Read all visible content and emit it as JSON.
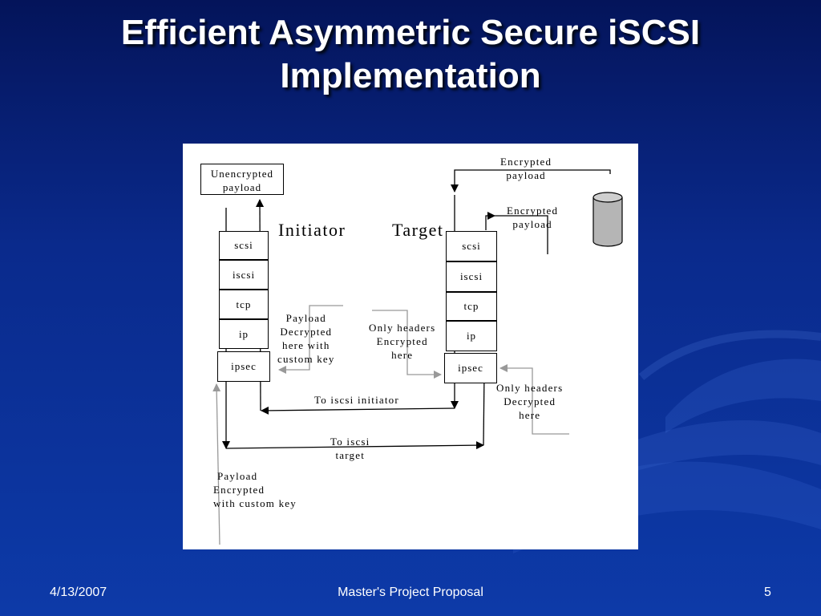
{
  "slide": {
    "title_line1": "Efficient Asymmetric Secure iSCSI",
    "title_line2": "Implementation"
  },
  "diagram": {
    "unencrypted_box": [
      "Unencrypted",
      "payload"
    ],
    "initiator_label": "Initiator",
    "target_label": "Target",
    "initiator_stack": [
      "scsi",
      "iscsi",
      "tcp",
      "ip",
      "ipsec"
    ],
    "target_stack": [
      "scsi",
      "iscsi",
      "tcp",
      "ip",
      "ipsec"
    ],
    "top_right_label": [
      "Encrypted",
      "payload"
    ],
    "encrypted_payload_label": [
      "Encrypted",
      "payload"
    ],
    "payload_decrypted_label": [
      "Payload",
      "Decrypted",
      "here with",
      "custom key"
    ],
    "only_headers_encrypted_label": [
      "Only headers",
      "Encrypted",
      "here"
    ],
    "only_headers_decrypted_label": [
      "Only headers",
      "Decrypted",
      "here"
    ],
    "to_iscsi_initiator_label": "To iscsi initiator",
    "to_iscsi_target_label": [
      "To iscsi",
      "target"
    ],
    "payload_encrypted_label": [
      "Payload",
      "Encrypted",
      "with custom key"
    ],
    "storage_icon": "database-cylinder-icon"
  },
  "footer": {
    "date": "4/13/2007",
    "center": "Master's Project Proposal",
    "page": "5"
  },
  "colors": {
    "background_top": "#04145a",
    "background_bottom": "#0d3aa8",
    "title_text": "#ffffff",
    "gray_arrow": "#999999"
  }
}
